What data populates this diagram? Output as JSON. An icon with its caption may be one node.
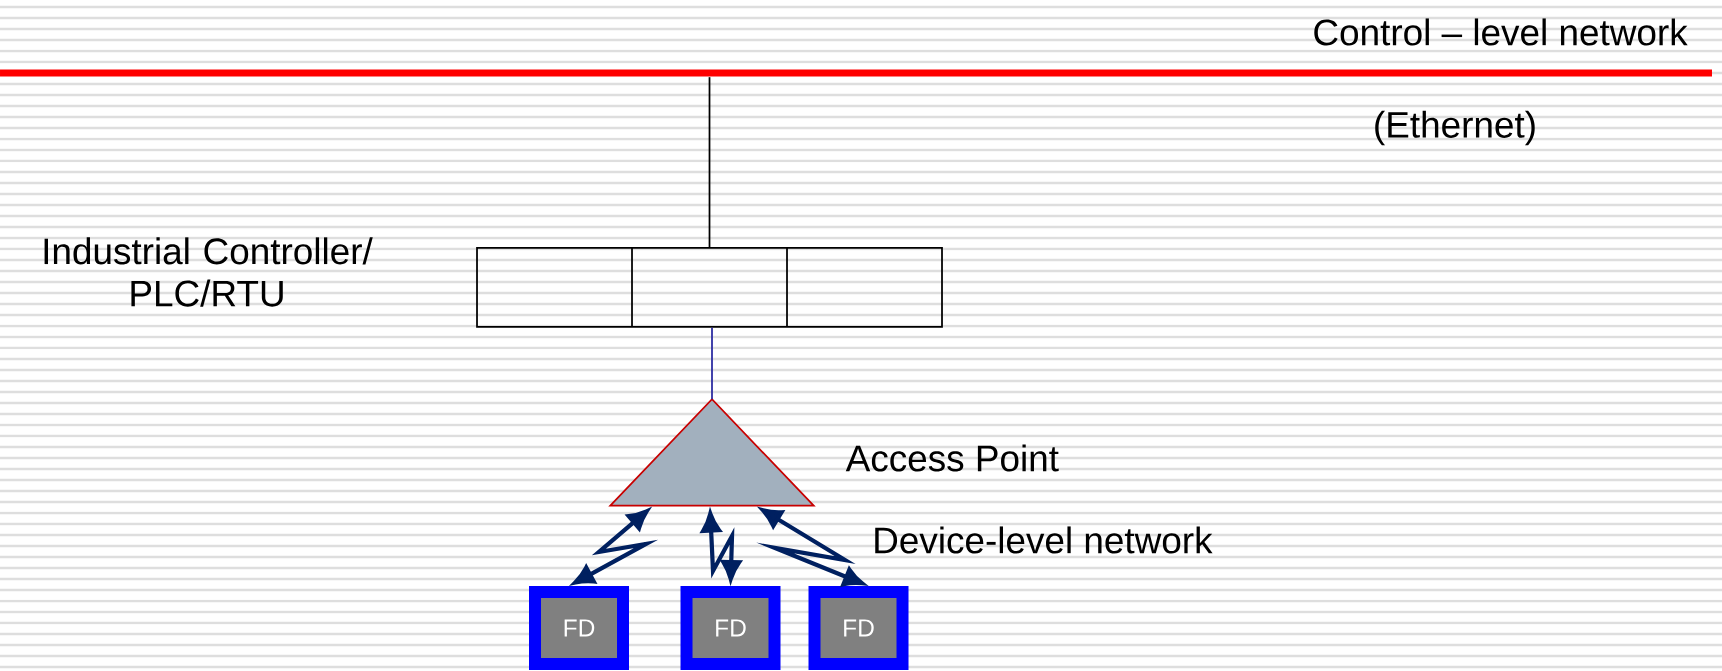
{
  "diagram": {
    "nodes": [
      {
        "text": [],
        "shape": "bar",
        "beside": [
          "Control – level network",
          "(Ethernet)"
        ]
      },
      {
        "text": [
          "Industrial Controller/ PLC/RTU"
        ]
      },
      {
        "text": [
          "Access Point"
        ]
      },
      {
        "text": [
          "FD"
        ]
      },
      {
        "text": [
          "FD"
        ]
      },
      {
        "text": [
          "FD"
        ]
      }
    ],
    "edges": [
      {
        "from": 0,
        "to": 1,
        "arrow": "none",
        "color": "#000000"
      },
      {
        "from": 1,
        "to": 2,
        "arrow": "none",
        "color": "#2a2aa0"
      },
      {
        "from": 2,
        "to": 3,
        "arrow": "both"
      },
      {
        "from": 2,
        "to": 4,
        "arrow": "both"
      },
      {
        "from": 2,
        "to": 5,
        "arrow": "both"
      }
    ],
    "labels": [
      "Device-level network"
    ]
  }
}
